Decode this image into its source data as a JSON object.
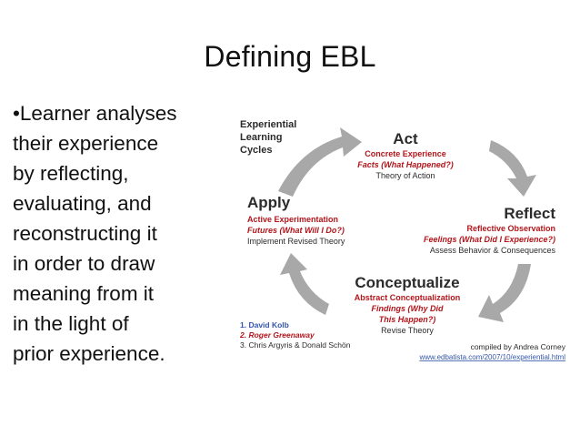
{
  "slide": {
    "title": "Defining EBL",
    "bullet_lines": [
      "•Learner analyses",
      "their experience",
      "by reflecting,",
      "evaluating, and",
      "reconstructing it",
      "in order to draw",
      "meaning from it",
      "in the light of",
      "prior experience."
    ]
  },
  "diagram": {
    "heading": [
      "Experiential",
      "Learning",
      "Cycles"
    ],
    "act": {
      "title": "Act",
      "line1": "Concrete Experience",
      "line2": "Facts (What Happened?)",
      "line3": "Theory of Action"
    },
    "reflect": {
      "title": "Reflect",
      "line1": "Reflective Observation",
      "line2": "Feelings (What Did I Experience?)",
      "line3": "Assess Behavior & Consequences"
    },
    "conceptualize": {
      "title": "Conceptualize",
      "line1": "Abstract Conceptualization",
      "line2a": "Findings (Why Did",
      "line2b": "This Happen?)",
      "line3": "Revise Theory"
    },
    "apply": {
      "title": "Apply",
      "line1": "Active Experimentation",
      "line2": "Futures (What Will I Do?)",
      "line3": "Implement Revised Theory"
    },
    "credits": {
      "first": "1. David Kolb",
      "second": "2. Roger Greenaway",
      "third": "3. Chris Argyris & Donald Schön"
    },
    "compiled_by": "compiled by Andrea Corney",
    "url": "www.edbatista.com/2007/10/experiential.html",
    "colors": {
      "arrow": "#a8a8a8",
      "dark": "#2b2b2b",
      "red": "#b3151b",
      "blue": "#3355aa"
    }
  }
}
